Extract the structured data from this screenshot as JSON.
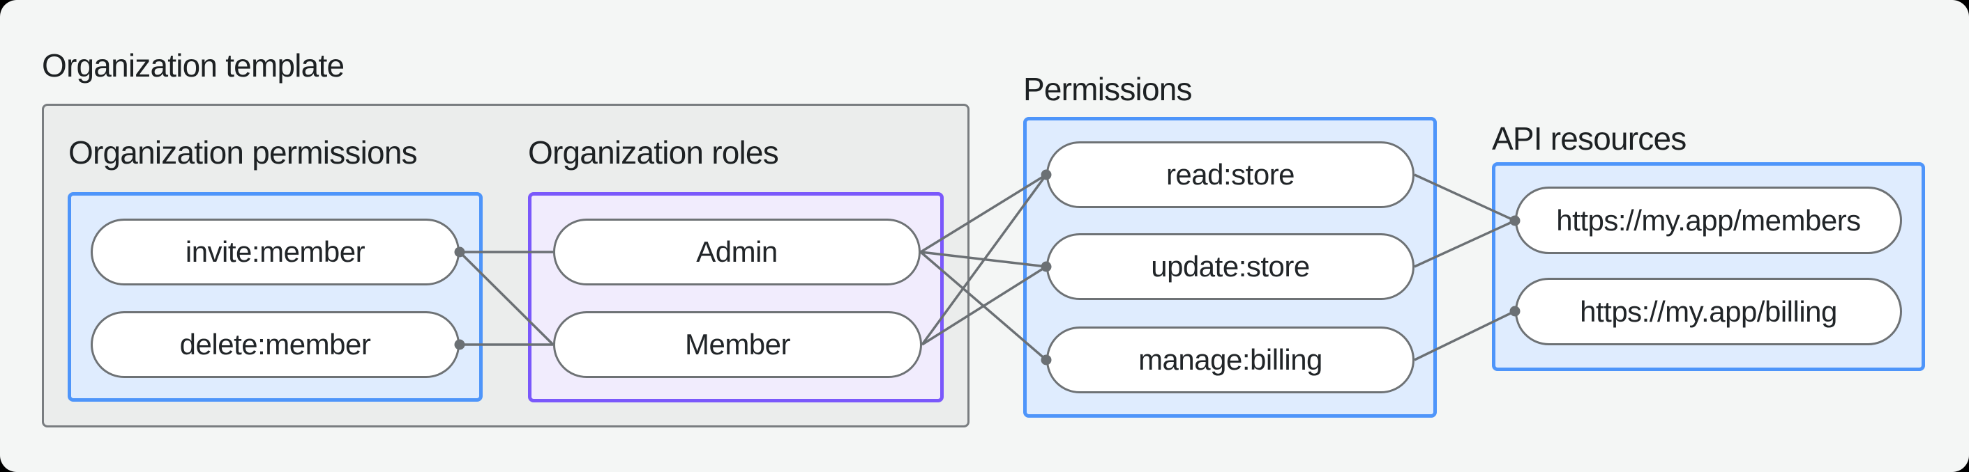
{
  "canvas": {
    "background": "#f4f6f5",
    "corner_background": "#000000"
  },
  "palette": {
    "box_gray_fill": "#ebedec",
    "box_gray_border": "#797d80",
    "box_blue_fill": "#dfecfe",
    "box_blue_border": "#4e95fa",
    "box_purple_fill": "#f1ecfd",
    "box_purple_border": "#7a58fb",
    "pill_fill": "#ffffff",
    "pill_border": "#6e7275",
    "connector": "#6b7074",
    "text": "#1d2123"
  },
  "groups": {
    "org_template": {
      "title": "Organization template"
    },
    "org_permissions": {
      "title": "Organization permissions",
      "nodes": [
        "invite:member",
        "delete:member"
      ]
    },
    "org_roles": {
      "title": "Organization roles",
      "nodes": [
        "Admin",
        "Member"
      ]
    },
    "permissions": {
      "title": "Permissions",
      "nodes": [
        "read:store",
        "update:store",
        "manage:billing"
      ]
    },
    "api_resources": {
      "title": "API resources",
      "nodes": [
        "https://my.app/members",
        "https://my.app/billing"
      ]
    }
  },
  "edges": [
    {
      "from": "invite:member",
      "to": "Admin"
    },
    {
      "from": "invite:member",
      "to": "Member"
    },
    {
      "from": "delete:member",
      "to": "Member"
    },
    {
      "from": "Admin",
      "to": "read:store"
    },
    {
      "from": "Admin",
      "to": "update:store"
    },
    {
      "from": "Admin",
      "to": "manage:billing"
    },
    {
      "from": "Member",
      "to": "read:store"
    },
    {
      "from": "Member",
      "to": "update:store"
    },
    {
      "from": "read:store",
      "to": "https://my.app/members"
    },
    {
      "from": "update:store",
      "to": "https://my.app/members"
    },
    {
      "from": "manage:billing",
      "to": "https://my.app/billing"
    }
  ]
}
